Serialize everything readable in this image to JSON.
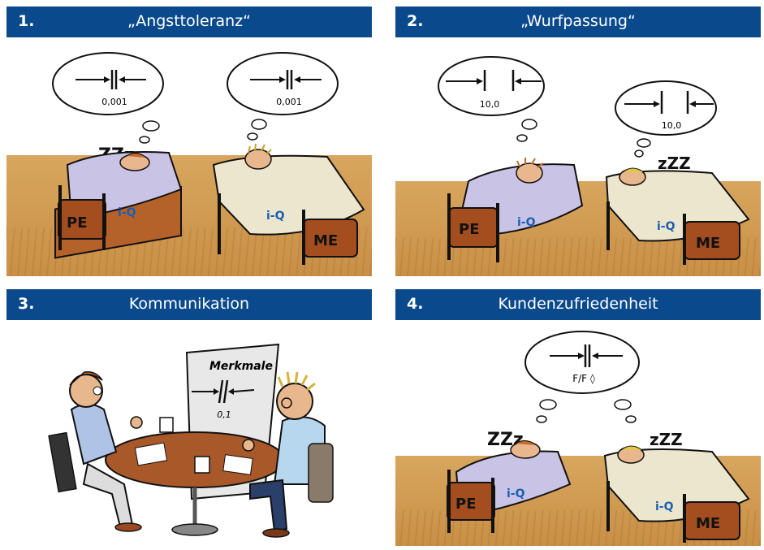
{
  "panels": [
    {
      "number": "1.",
      "title": "„Angsttoleranz“",
      "bubble_left": "0,001",
      "bubble_right": "0,001",
      "snore": "ZZz",
      "bed_left": "PE",
      "bed_right": "ME"
    },
    {
      "number": "2.",
      "title": "„Wurfpassung“",
      "bubble_left": "10,0",
      "bubble_right": "10,0",
      "snore": "zZZ",
      "bed_left": "PE",
      "bed_right": "ME"
    },
    {
      "number": "3.",
      "title": "Kommunikation",
      "board_title": "Merkmale",
      "board_value": "0,1"
    },
    {
      "number": "4.",
      "title": "Kundenzufriedenheit",
      "bubble": "F/F ◊",
      "snore_left": "ZZz",
      "snore_right": "zZZ",
      "bed_left": "PE",
      "bed_right": "ME"
    }
  ],
  "colors": {
    "header": "#0a4a8c",
    "floor": "#d5a35b",
    "bed_wood": "#9a4a1e",
    "blanket_pe": "#c9c3e6",
    "blanket_me": "#ece6cf"
  },
  "logo_text": "i-Q"
}
